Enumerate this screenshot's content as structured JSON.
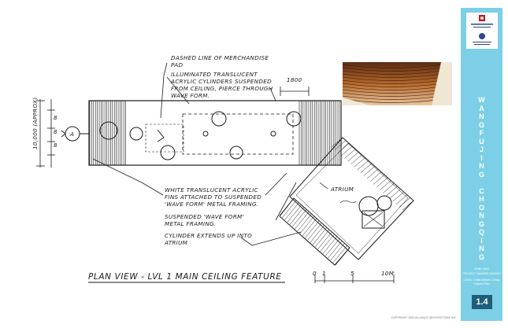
{
  "sheet": {
    "project_vertical": "WANGFUJING CHONGQING",
    "date": "JUNE 2003",
    "number_line": "PROJECT NUMBER 0310010",
    "drawing_title": "LEVEL 1 Main Atrium Ceiling Feature Plan",
    "sheet_number": "1.4",
    "copyright": "COPYRIGHT 2003 ALLIANCE ARCHITECTURE INC."
  },
  "notes": {
    "dashed_line": [
      "DASHED LINE OF MERCHANDISE",
      "PAD"
    ],
    "cylinders": [
      "ILLUMINATED TRANSLUCENT",
      "ACRYLIC CYLINDERS SUSPENDED",
      "FROM CEILING, PIERCE THROUGH",
      "WAVE FORM."
    ],
    "dimension": "1800",
    "left_dimension": "10,000 (APPROX)",
    "fins": [
      "WHITE TRANSLUCENT ACRYLIC",
      "FINS ATTACHED TO SUSPENDED",
      "'WAVE FORM' METAL FRAMING."
    ],
    "framing": [
      "SUSPENDED 'WAVE FORM'",
      "METAL FRAMING."
    ],
    "cylinder_extends": [
      "CYLINDER EXTENDS UP INTO",
      "ATRIUM"
    ],
    "atrium": "ATRIUM",
    "plan_title": "PLAN VIEW - LVL 1 MAIN CEILING FEATURE",
    "scale_labels": [
      "0",
      "1",
      "5",
      "10M"
    ],
    "north_label": "A"
  }
}
